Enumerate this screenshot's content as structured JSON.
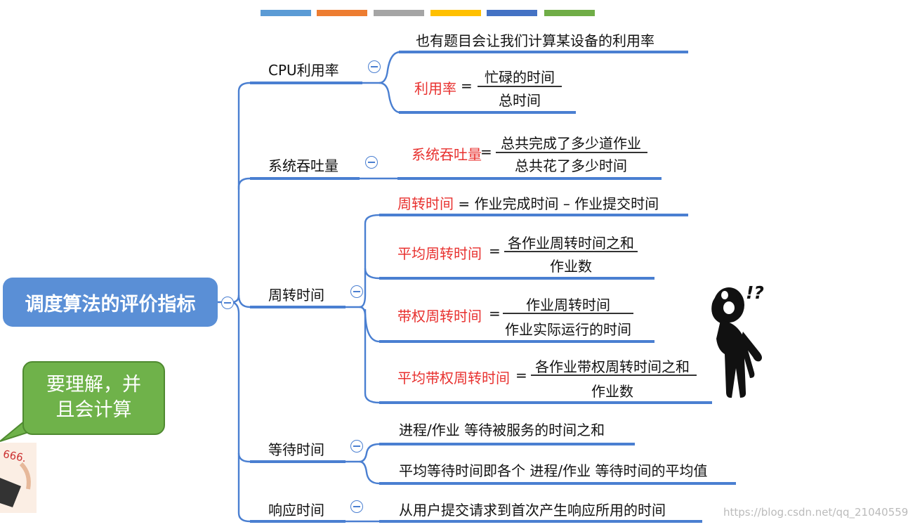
{
  "top_bar_colors": [
    "#5b9bd5",
    "#ed7d31",
    "#a5a5a5",
    "#ffc000",
    "#4472c4",
    "#70ad47"
  ],
  "root": {
    "title": "调度算法的评价指标"
  },
  "callout": {
    "line1": "要理解，并",
    "line2": "且会计算"
  },
  "branches": {
    "cpu": {
      "label": "CPU利用率",
      "note": "也有题目会让我们计算某设备的利用率",
      "formula": {
        "name": "利用率",
        "eq": "=",
        "numerator": "忙碌的时间",
        "denominator": "总时间"
      }
    },
    "throughput": {
      "label": "系统吞吐量",
      "formula": {
        "name": "系统吞吐量",
        "eq": "=",
        "numerator": "总共完成了多少道作业",
        "denominator": "总共花了多少时间"
      }
    },
    "turnaround": {
      "label": "周转时间",
      "def": {
        "name": "周转时间",
        "rest": " = 作业完成时间 – 作业提交时间"
      },
      "avg": {
        "name": "平均周转时间",
        "eq": "=",
        "numerator": "各作业周转时间之和",
        "denominator": "作业数"
      },
      "weighted": {
        "name": "带权周转时间",
        "eq": "=",
        "numerator": "作业周转时间",
        "denominator": "作业实际运行的时间"
      },
      "avg_weighted": {
        "name": "平均带权周转时间",
        "eq": "=",
        "numerator": "各作业带权周转时间之和",
        "denominator": "作业数"
      },
      "confused_mark": "!?"
    },
    "waiting": {
      "label": "等待时间",
      "item1": "进程/作业 等待被服务的时间之和",
      "item2": "平均等待时间即各个 进程/作业 等待时间的平均值"
    },
    "response": {
      "label": "响应时间",
      "item1": "从用户提交请求到首次产生响应所用的时间"
    }
  },
  "watermark": "https://blog.csdn.net/qq_21040559",
  "colors": {
    "accent_blue": "#4a7fd1",
    "red": "#e8312f",
    "root_fill": "#5a8fd6",
    "bubble_fill": "#6fb24a"
  }
}
